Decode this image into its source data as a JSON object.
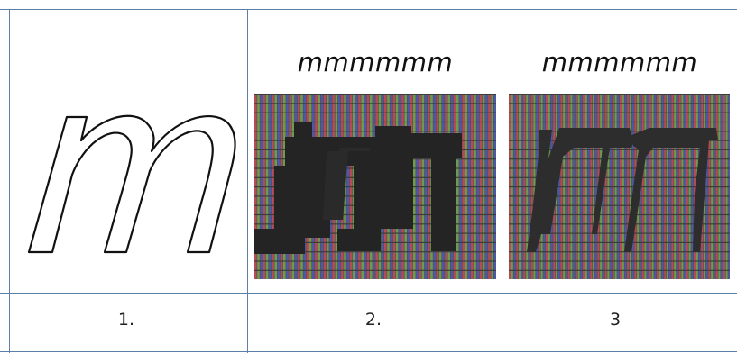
{
  "panels": [
    {
      "caption": "1.",
      "word": ""
    },
    {
      "caption": "2.",
      "word": "mmmmmm"
    },
    {
      "caption": "3",
      "word": "mmmmmm"
    }
  ],
  "glyph": "m",
  "colors": {
    "border": "#5b7fa6",
    "glyph_fill": "#ffffff",
    "glyph_stroke": "#111111",
    "ink": "#242424",
    "subpixel_red": "#b84a57",
    "subpixel_green": "#6f9b4e",
    "subpixel_blue": "#4f57a8"
  }
}
